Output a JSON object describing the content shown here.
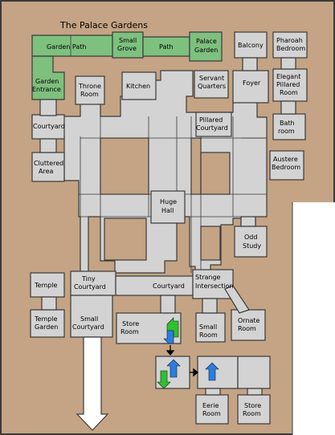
{
  "title": "The Palace Gardens",
  "colors": {
    "background": "#c4a484",
    "room": "#d3d3d3",
    "garden": "#7ec07e",
    "wall": "#3a3a3a",
    "white_area": "#ffffff",
    "stair_blue": "#2a7de1",
    "stair_green": "#2fbf2f"
  },
  "rooms": {
    "garden_path": [
      "Garden Path"
    ],
    "small_grove": [
      "Small",
      "Grove"
    ],
    "path": [
      "Path"
    ],
    "palace_garden": [
      "Palace",
      "Garden"
    ],
    "garden_entrance": [
      "Garden",
      "Entrance"
    ],
    "balcony": [
      "Balcony"
    ],
    "pharoah_bedroom": [
      "Pharoah",
      "Bedroom"
    ],
    "throne_room": [
      "Throne",
      "Room"
    ],
    "kitchen": [
      "Kitchen"
    ],
    "servant_quarters": [
      "Servant",
      "Quarters"
    ],
    "foyer": [
      "Foyer"
    ],
    "elegant_pillared_room": [
      "Elegant",
      "Pillared",
      "Room"
    ],
    "courtyard_left": [
      "Courtyard"
    ],
    "pillared_courtyard": [
      "Pillared",
      "Courtyard"
    ],
    "bath_room": [
      "Bath",
      "room"
    ],
    "cluttered_area": [
      "Cluttered",
      "Area"
    ],
    "austere_bedroom": [
      "Austere",
      "Bedroom"
    ],
    "huge_hall": [
      "Huge",
      "Hall"
    ],
    "odd_study": [
      "Odd",
      "Study"
    ],
    "temple": [
      "Temple"
    ],
    "tiny_courtyard": [
      "Tiny",
      "Courtyard"
    ],
    "courtyard_mid": [
      "Courtyard"
    ],
    "strange_intersection": [
      "Strange",
      "Intersection"
    ],
    "temple_garden": [
      "Temple",
      "Garden"
    ],
    "small_courtyard": [
      "Small",
      "Courtyard"
    ],
    "store_room_1": [
      "Store",
      "Room"
    ],
    "small_room": [
      "Small",
      "Room"
    ],
    "ornate_room": [
      "Ornate",
      "Room"
    ],
    "eerie_room": [
      "Eerie",
      "Room"
    ],
    "store_room_2": [
      "Store",
      "Room"
    ]
  }
}
